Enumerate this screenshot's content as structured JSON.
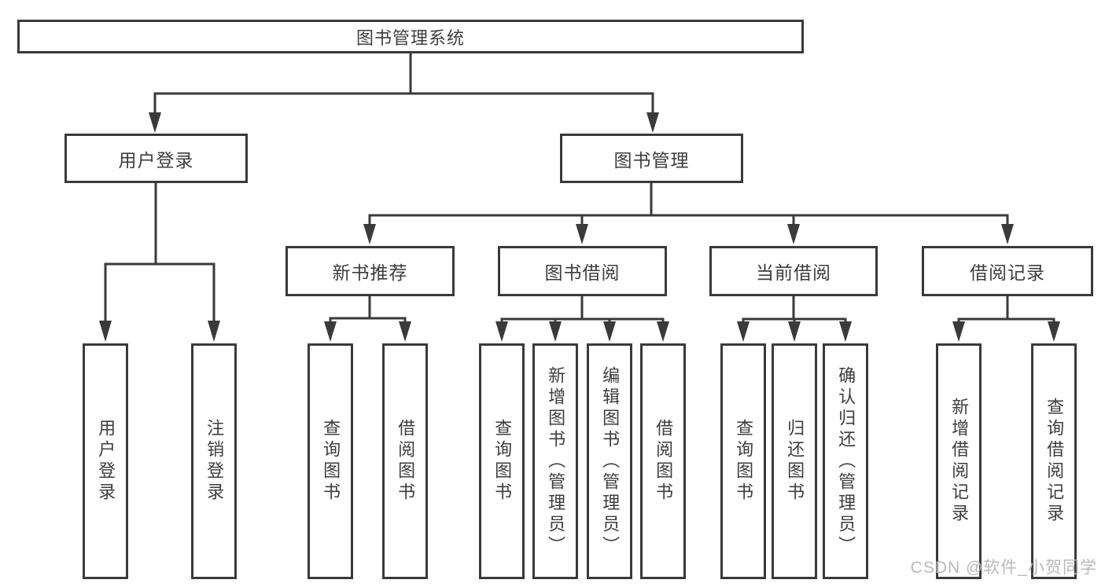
{
  "colors": {
    "line": "#3a3a3a",
    "text": "#3d3d3d",
    "watermark": "#b9b9b9",
    "background": "#ffffff"
  },
  "tree": {
    "root": {
      "label": "图书管理系统"
    },
    "branches": [
      {
        "label": "用户登录",
        "children": [
          {
            "label": "用户登录"
          },
          {
            "label": "注销登录"
          }
        ]
      },
      {
        "label": "图书管理",
        "children": [
          {
            "label": "新书推荐",
            "children": [
              {
                "label": "查询图书"
              },
              {
                "label": "借阅图书"
              }
            ]
          },
          {
            "label": "图书借阅",
            "children": [
              {
                "label": "查询图书"
              },
              {
                "label": "新增图书（管理员）"
              },
              {
                "label": "编辑图书（管理员）"
              },
              {
                "label": "借阅图书"
              }
            ]
          },
          {
            "label": "当前借阅",
            "children": [
              {
                "label": "查询图书"
              },
              {
                "label": "归还图书"
              },
              {
                "label": "确认归还（管理员）"
              }
            ]
          },
          {
            "label": "借阅记录",
            "children": [
              {
                "label": "新增借阅记录"
              },
              {
                "label": "查询借阅记录"
              }
            ]
          }
        ]
      }
    ]
  },
  "watermark": {
    "text": "CSDN @软件_小贺同学"
  }
}
